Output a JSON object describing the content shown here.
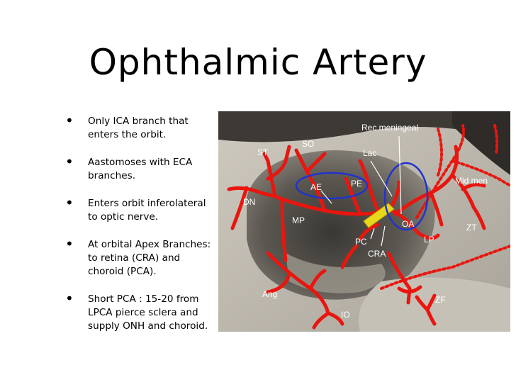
{
  "title": "Ophthalmic Artery",
  "bullets": [
    {
      "text": "Only ICA branch that enters the orbit."
    },
    {
      "text": "Aastomoses with ECA branches."
    },
    {
      "text": "Enters orbit inferolateral to optic nerve."
    },
    {
      "text": "At orbital Apex Branches: to retina (CRA) and choroid (PCA)."
    },
    {
      "text": "Short PCA : 15-20 from LPCA pierce sclera and supply ONH and choroid."
    }
  ],
  "figure": {
    "labels": {
      "rec_meningeal": "Rec.meningeal",
      "so": "SO",
      "st": "ST",
      "lac": "Lac",
      "ae": "AE",
      "pe": "PE",
      "mid_men": "Mid men",
      "dn": "DN",
      "mp": "MP",
      "oa": "OA",
      "zt": "ZT",
      "lp": "LP",
      "pc": "PC",
      "cra": "CRA",
      "ang": "Ang",
      "zf": "ZF",
      "io": "IO"
    },
    "colors": {
      "artery": "#e8160f",
      "circle": "#2233cc",
      "optic_nerve": "#e8d81a"
    }
  }
}
